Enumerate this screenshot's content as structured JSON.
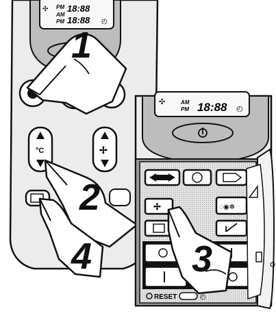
{
  "lcd_left": {
    "pm_top": "PM",
    "am": "AM",
    "pm": "PM",
    "time_top": "18:88",
    "time_bottom": "18:88"
  },
  "lcd_right": {
    "am": "AM",
    "pm": "PM",
    "time": "18:88"
  },
  "controls": {
    "temp_symbol": "°C",
    "reset_label": "RESET"
  },
  "steps": {
    "step1": "1",
    "step2": "2",
    "step3": "3",
    "step4": "4"
  },
  "colors": {
    "remote_body": "#eaeaea",
    "remote_dark": "#b9b9b9",
    "panel_dark": "#9a9a9a",
    "outline": "#111111"
  }
}
